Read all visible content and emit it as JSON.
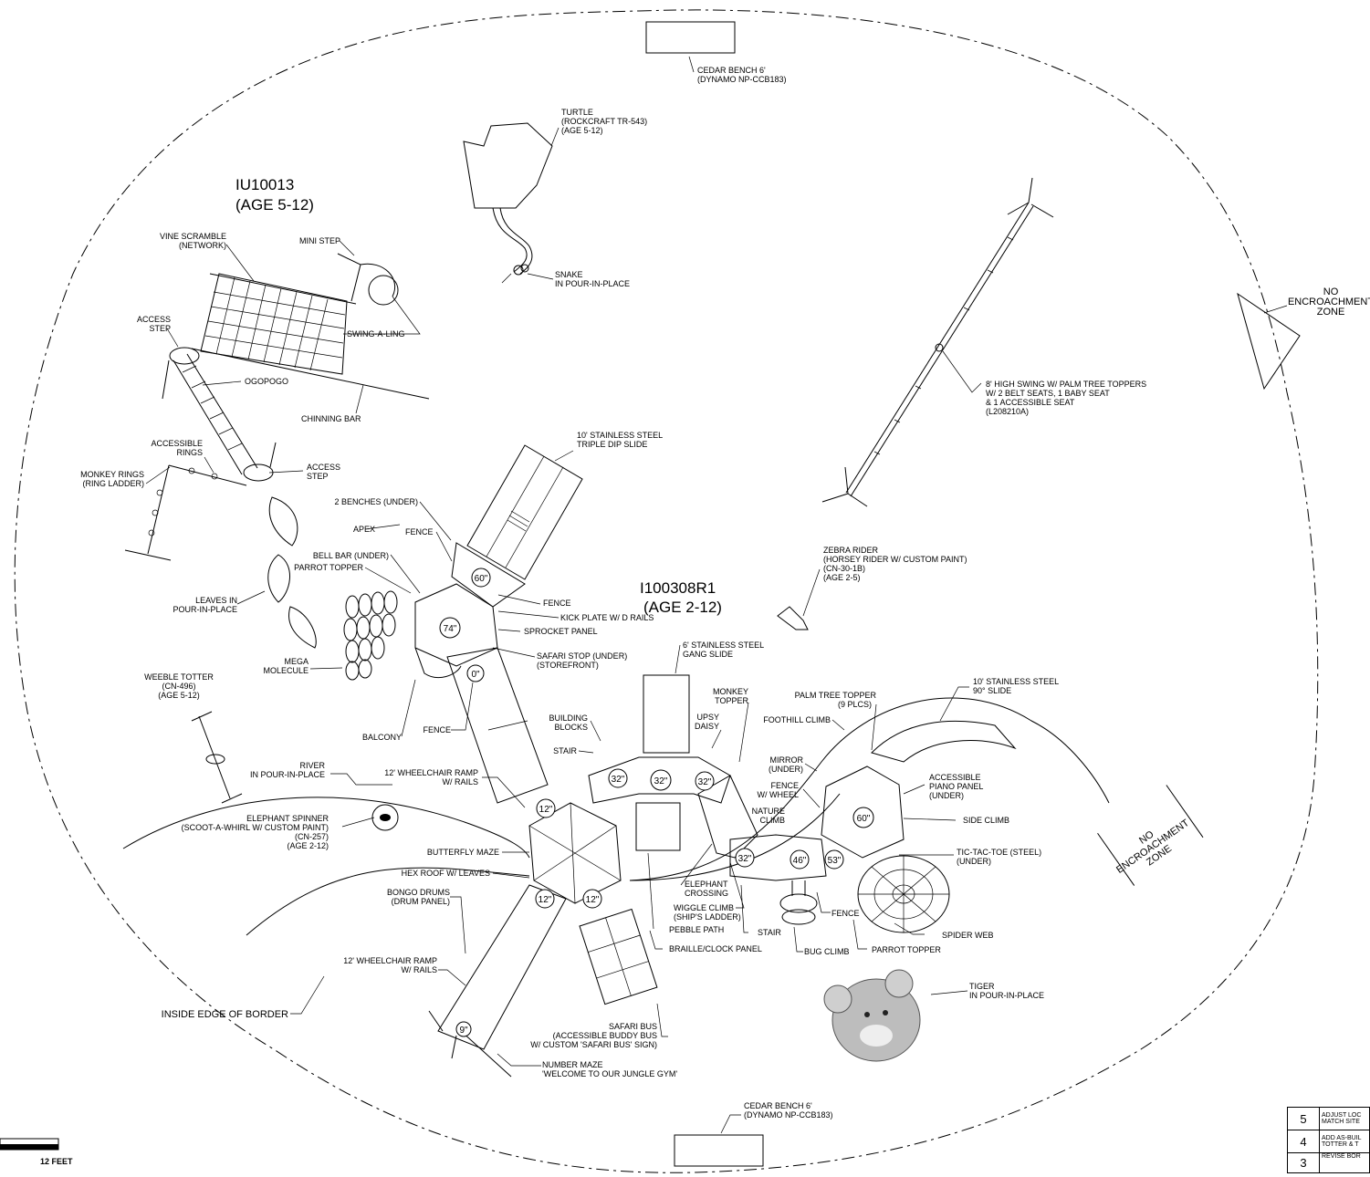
{
  "areas": {
    "north": {
      "id": "IU10013",
      "age": "(AGE 5-12)"
    },
    "south": {
      "id": "I100308R1",
      "age": "(AGE 2-12)"
    }
  },
  "labels": {
    "cedar_bench_top": [
      "CEDAR BENCH 6'",
      "(DYNAMO NP-CCB183)"
    ],
    "cedar_bench_bottom": [
      "CEDAR BENCH 6'",
      "(DYNAMO NP-CCB183)"
    ],
    "turtle": [
      "TURTLE",
      "(ROCKCRAFT TR-543)",
      "(AGE 5-12)"
    ],
    "snake": [
      "SNAKE",
      "IN POUR-IN-PLACE"
    ],
    "no_encroach_right": [
      "NO",
      "ENCROACHMENT",
      "ZONE"
    ],
    "no_encroach_angled": [
      "NO",
      "ENCROACHMENT",
      "ZONE"
    ],
    "swing": [
      "8' HIGH SWING W/ PALM TREE TOPPERS",
      "W/ 2 BELT SEATS, 1 BABY SEAT",
      "& 1 ACCESSIBLE SEAT",
      "(L208210A)"
    ],
    "vine_scramble": [
      "VINE SCRAMBLE",
      "(NETWORK)"
    ],
    "mini_step": "MINI STEP",
    "access_step_1": [
      "ACCESS",
      "STEP"
    ],
    "swing_a_ling": "SWING-A-LING",
    "ogopogo": "OGOPOGO",
    "chinning_bar": "CHINNING BAR",
    "accessible_rings": [
      "ACCESSIBLE",
      "RINGS"
    ],
    "access_step_2": [
      "ACCESS",
      "STEP"
    ],
    "monkey_rings": [
      "MONKEY RINGS",
      "(RING LADDER)"
    ],
    "triple_slide": [
      "10' STAINLESS STEEL",
      "TRIPLE DIP SLIDE"
    ],
    "two_benches": "2 BENCHES (UNDER)",
    "apex": "APEX",
    "fence_a": "FENCE",
    "bell_bar": "BELL BAR (UNDER)",
    "parrot_topper_a": "PARROT TOPPER",
    "fence_b": "FENCE",
    "kick_plate": "KICK PLATE W/ D RAILS",
    "sprocket": "SPROCKET PANEL",
    "leaves": [
      "LEAVES IN",
      "POUR-IN-PLACE"
    ],
    "safari_stop": [
      "SAFARI STOP (UNDER)",
      "(STOREFRONT)"
    ],
    "mega": [
      "MEGA",
      "MOLECULE"
    ],
    "zebra": [
      "ZEBRA RIDER",
      "(HORSEY RIDER W/ CUSTOM PAINT)",
      "(CN-30-1B)",
      "(AGE 2-5)"
    ],
    "gang_slide": [
      "6' STAINLESS STEEL",
      "GANG SLIDE"
    ],
    "weeble": [
      "WEEBLE TOTTER",
      "(CN-496)",
      "(AGE 5-12)"
    ],
    "balcony": "BALCONY",
    "fence_c": "FENCE",
    "building_blocks": [
      "BUILDING",
      "BLOCKS"
    ],
    "monkey_topper": [
      "MONKEY",
      "TOPPER"
    ],
    "upsy_daisy": [
      "UPSY",
      "DAISY"
    ],
    "palm_topper": [
      "PALM TREE TOPPER",
      "(9 PLCS)"
    ],
    "foothill": "FOOTHILL CLIMB",
    "slide_90": [
      "10' STAINLESS STEEL",
      "90° SLIDE"
    ],
    "stair_a": "STAIR",
    "mirror": [
      "MIRROR",
      "(UNDER)"
    ],
    "river": [
      "RIVER",
      "IN POUR-IN-PLACE"
    ],
    "ramp_a": [
      "12' WHEELCHAIR RAMP",
      "W/ RAILS"
    ],
    "fence_wheel": [
      "FENCE",
      "W/ WHEEL"
    ],
    "piano": [
      "ACCESSIBLE",
      "PIANO PANEL",
      "(UNDER)"
    ],
    "nature_climb": [
      "NATURE",
      "CLIMB"
    ],
    "elephant_spinner": [
      "ELEPHANT SPINNER",
      "(SCOOT-A-WHIRL W/ CUSTOM PAINT)",
      "(CN-257)",
      "(AGE 2-12)"
    ],
    "side_climb": "SIDE CLIMB",
    "butterfly": "BUTTERFLY MAZE",
    "tic_tac": [
      "TIC-TAC-TOE (STEEL)",
      "(UNDER)"
    ],
    "hex_roof": "HEX ROOF W/ LEAVES",
    "elephant_crossing": [
      "ELEPHANT",
      "CROSSING"
    ],
    "bongo": [
      "BONGO DRUMS",
      "(DRUM PANEL)"
    ],
    "wiggle": [
      "WIGGLE CLIMB",
      "(SHIP'S LADDER)"
    ],
    "fence_d": "FENCE",
    "pebble": "PEBBLE PATH",
    "stair_b": "STAIR",
    "spider": "SPIDER WEB",
    "braille": "BRAILLE/CLOCK PANEL",
    "bug_climb": "BUG CLIMB",
    "parrot_topper_b": "PARROT TOPPER",
    "ramp_b": [
      "12' WHEELCHAIR RAMP",
      "W/ RAILS"
    ],
    "tiger": [
      "TIGER",
      "IN POUR-IN-PLACE"
    ],
    "inside_edge": "INSIDE EDGE OF BORDER",
    "safari_bus": [
      "SAFARI BUS",
      "(ACCESSIBLE BUDDY BUS",
      "W/ CUSTOM 'SAFARI BUS' SIGN)"
    ],
    "number_maze": [
      "NUMBER MAZE",
      "'WELCOME TO OUR JUNGLE GYM'"
    ]
  },
  "heights": {
    "h60a": "60\"",
    "h74": "74\"",
    "h0": "0\"",
    "h32a": "32\"",
    "h32b": "32\"",
    "h32c": "32\"",
    "h12a": "12\"",
    "h12b": "12\"",
    "h12c": "12\"",
    "h32d": "32\"",
    "h46": "46\"",
    "h53": "53\"",
    "h60b": "60\"",
    "h9": "9\""
  },
  "scale_bar": {
    "label": "12 FEET"
  },
  "revisions": [
    {
      "num": "5",
      "text": [
        "ADJUST LOC",
        "MATCH SITE"
      ]
    },
    {
      "num": "4",
      "text": [
        "ADD AS-BUIL",
        "TOTTER & T"
      ]
    },
    {
      "num": "3",
      "text": [
        "REVISE BOR"
      ]
    }
  ]
}
